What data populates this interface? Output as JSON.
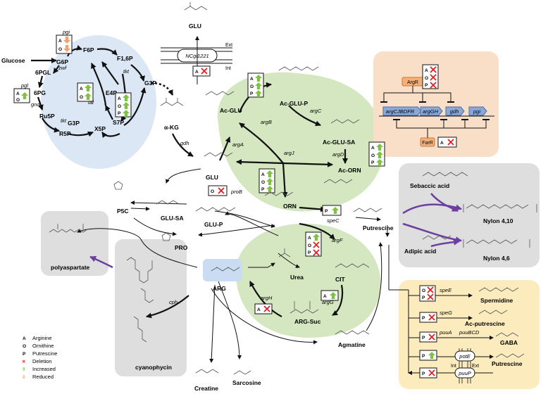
{
  "metabolites": {
    "glucose": "Glucose",
    "g6p": "G6P",
    "f6p": "F6P",
    "f16p": "F1,6P",
    "g3p_top": "G3P",
    "pgl6": "6PGL",
    "pg6": "6PG",
    "ru5p": "Ru5P",
    "r5p": "R5P",
    "x5p": "X5P",
    "s7p": "S7P",
    "e4p": "E4P",
    "g3p_ppp": "G3P",
    "akg": "α-KG",
    "glu_ext": "GLU",
    "glu": "GLU",
    "ac_glu": "Ac-GLU",
    "ac_glu_p": "Ac-GLU-P",
    "ac_glu_sa": "Ac-GLU-SA",
    "ac_orn": "Ac-ORN",
    "orn": "ORN",
    "glu_p": "GLU-P",
    "glu_sa": "GLU-SA",
    "p5c": "P5C",
    "pro": "PRO",
    "urea": "Urea",
    "cit": "CIT",
    "arg": "ARG",
    "arg_suc": "ARG-Suc",
    "agmatine": "Agmatine",
    "putrescine": "Putrescine",
    "creatine": "Creatine",
    "sarcosine": "Sarcosine",
    "cyanophycin": "cyanophycin",
    "polyaspartate": "polyaspartate",
    "sebaccic": "Sebaccic acid",
    "adipic": "Adipic acid",
    "nylon410": "Nylon 4,10",
    "nylon46": "Nylon 4,6",
    "spermidine": "Spermidine",
    "ac_putrescine": "Ac-putrescine",
    "gaba": "GABA",
    "putrescine_ext": "Putrescine"
  },
  "genes": {
    "pgi": "pgi",
    "zwf": "zwf",
    "pgl": "pgl",
    "gnd": "gnd",
    "tkt1": "tkt",
    "tkt2": "tkt",
    "tal": "tal",
    "gdh": "gdh",
    "argA": "argA",
    "argB": "argB",
    "argC": "argC",
    "argJ": "argJ",
    "argD": "argD",
    "proB": "proB",
    "speC": "speC",
    "argF": "argF",
    "argG": "argG",
    "argH": "argH",
    "cph": "cph",
    "speE": "speE",
    "speG": "speG",
    "puuA": "puuA",
    "puuBCD": "puuBCD",
    "ncgl": "NCgl1221",
    "argR": "ArgR",
    "farR": "FarR"
  },
  "operon": {
    "genes": [
      "argCJBDFR",
      "argGH",
      "gdh",
      "pgi"
    ]
  },
  "membrane": {
    "ext": "Ext",
    "int": "Int"
  },
  "legend": [
    {
      "symbol": "A",
      "label": "Arginine"
    },
    {
      "symbol": "O",
      "label": "Ornithine"
    },
    {
      "symbol": "P",
      "label": "Putrescine"
    },
    {
      "symbol": "✕",
      "label": "Deletion",
      "color": "#e02020"
    },
    {
      "symbol": "⇧",
      "label": "Increased",
      "color": "#7dc242"
    },
    {
      "symbol": "⇩",
      "label": "Reduced",
      "color": "#f4a26b"
    }
  ],
  "colors": {
    "ppp_bg": "#dbe7f5",
    "arg_bg": "#d4e7c0",
    "reg_bg": "#fadfc8",
    "nylon_bg": "#dedede",
    "putr_bg": "#fcecbd",
    "increase": "#7dc242",
    "reduce": "#f4a26b",
    "delete": "#e02020",
    "purple": "#6b3fa0"
  }
}
